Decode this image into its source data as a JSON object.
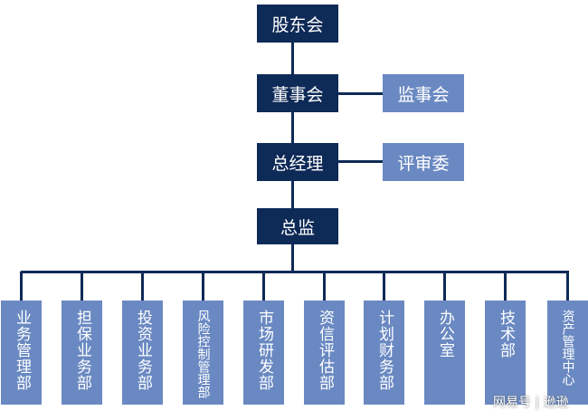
{
  "top": {
    "shareholders": "股东会",
    "board": "董事会",
    "supervisors": "监事会",
    "gm": "总经理",
    "review": "评审委",
    "director": "总监"
  },
  "departments": [
    "业务管理部",
    "担保业务部",
    "投资业务部",
    "风险控制管理部",
    "市场研发部",
    "资信评估部",
    "计划财务部",
    "办公室",
    "技术部",
    "资产管理中心"
  ],
  "watermark": "网易号 | 逊逊",
  "colors": {
    "dark": "#0e2a57",
    "light": "#6a89c2"
  }
}
